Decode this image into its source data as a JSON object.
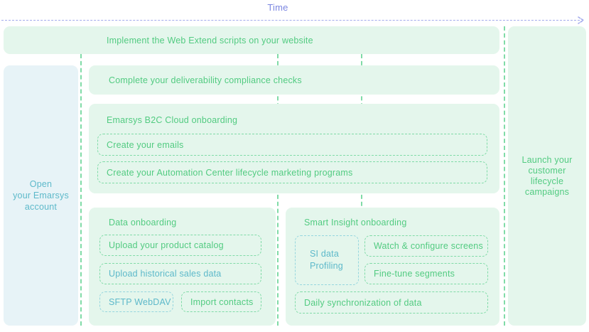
{
  "colors": {
    "accent_green": "#52cb81",
    "accent_teal": "#5db9ca",
    "bg_green": "#e4f6ec",
    "bg_teal": "#e7f3f7",
    "dash_green": "#80dba7",
    "dash_teal": "#96d6de",
    "axis_purple": "#7b86e1",
    "axis_line": "#a3abec"
  },
  "time_axis": {
    "label": "Time"
  },
  "stages": {
    "implement_webextend": {
      "label": "Implement the Web Extend scripts on your website"
    },
    "open_account": {
      "label": "Open\nyour Emarsys\naccount"
    },
    "deliverability": {
      "label": "Complete your deliverability compliance checks"
    },
    "b2c_onboarding": {
      "title": "Emarsys B2C Cloud onboarding",
      "tasks": [
        {
          "label": "Create your emails"
        },
        {
          "label": "Create your Automation Center lifecycle marketing programs"
        }
      ]
    },
    "data_onboarding": {
      "title": "Data onboarding",
      "tasks": [
        {
          "label": "Upload your product catalog"
        },
        {
          "label": "Upload historical sales data"
        },
        {
          "label": "SFTP WebDAV"
        },
        {
          "label": "Import contacts"
        }
      ]
    },
    "smart_insight_onboarding": {
      "title": "Smart Insight onboarding",
      "tasks": [
        {
          "label": "SI data\nProfiling"
        },
        {
          "label": "Watch & configure screens"
        },
        {
          "label": "Fine-tune segments"
        },
        {
          "label": "Daily synchronization of data"
        }
      ]
    },
    "launch_campaigns": {
      "label": "Launch your\ncustomer\nlifecycle\ncampaigns"
    }
  }
}
